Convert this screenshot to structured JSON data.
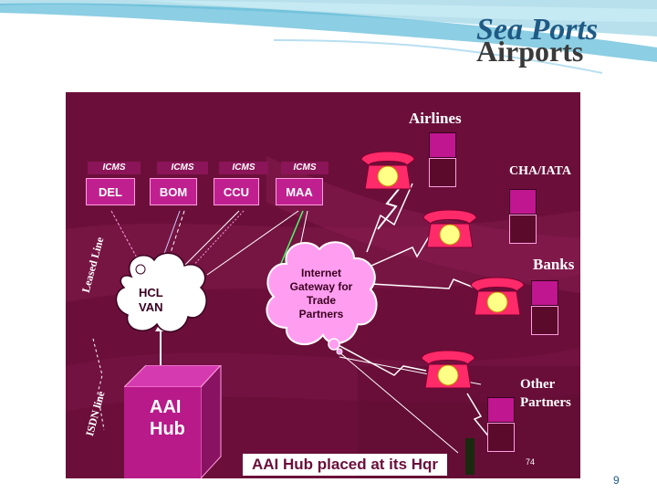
{
  "slide": {
    "title_line1": "Sea Ports",
    "title_line2": "Airports",
    "page_number": "9"
  },
  "diagram": {
    "icms_nodes": [
      {
        "tag": "ICMS",
        "code": "DEL"
      },
      {
        "tag": "ICMS",
        "code": "BOM"
      },
      {
        "tag": "ICMS",
        "code": "CCU"
      },
      {
        "tag": "ICMS",
        "code": "MAA"
      }
    ],
    "leased_line_label": "Leased Line",
    "isdn_line_label": "ISDN line",
    "hcl_van_label": "HCL\nVAN",
    "gateway_label": "Internet\nGateway for\nTrade\nPartners",
    "hub_label": "AAI\nHub",
    "footer_caption": "AAI Hub placed at its Hqr",
    "slide_ref": "74",
    "partners": {
      "airlines": "Airlines",
      "cha_iata": "CHA/IATA",
      "banks": "Banks",
      "other_partners": "Other\nPartners"
    }
  },
  "colors": {
    "background": "#6b0f3a",
    "node": "#c0208f",
    "phone": "#ff2a6a",
    "cloud": "#ff9ef0",
    "title": "#1f5a85"
  }
}
